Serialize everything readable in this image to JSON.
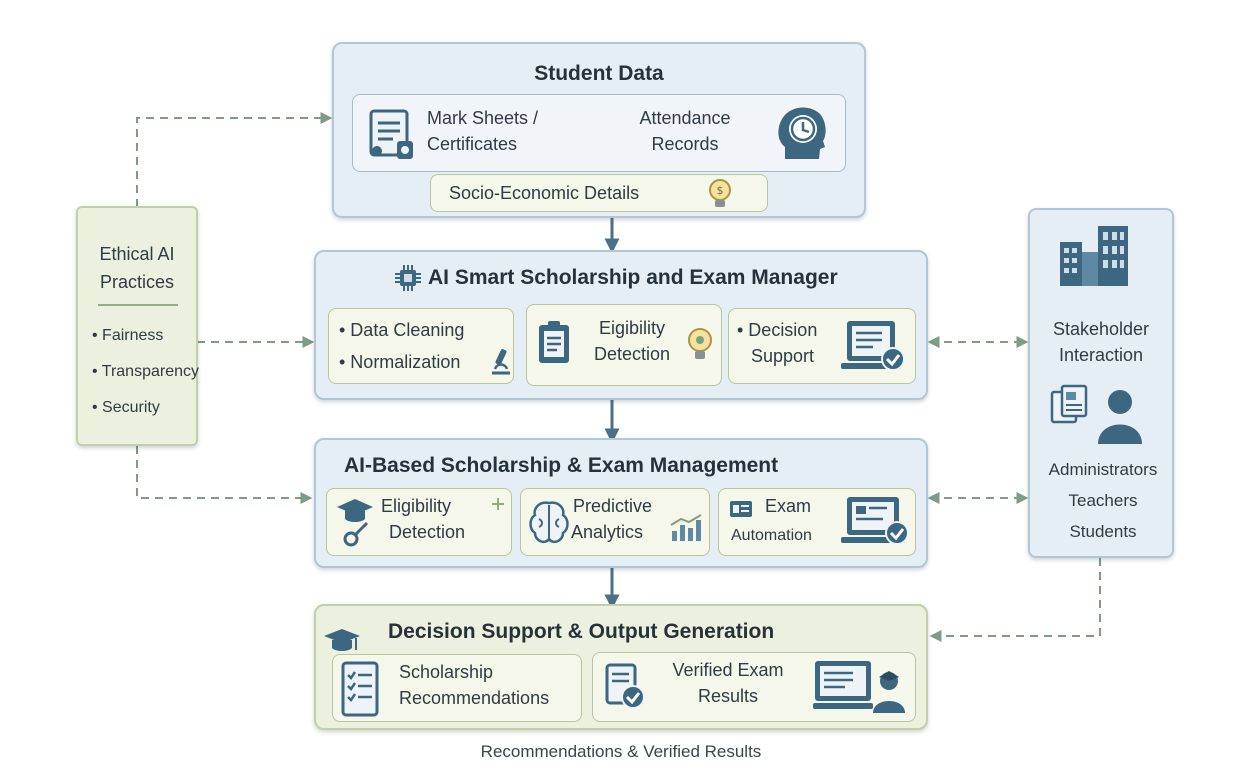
{
  "student_data": {
    "title": "Student Data",
    "mark_sheets": "Mark Sheets /",
    "certificates": "Certificates",
    "attendance": "Attendance",
    "records": "Records",
    "socio_economic": "Socio-Economic Details"
  },
  "ai_manager": {
    "title": "AI Smart Scholarship and Exam Manager",
    "data_cleaning": "• Data Cleaning",
    "normalization": "• Normalization",
    "eligibility": "Eigibility",
    "detection": "Detection",
    "decision": "• Decision",
    "support": "Support"
  },
  "ai_based": {
    "title": "AI-Based Scholarship & Exam Management",
    "eligibility": "Eligibility",
    "detection": "Detection",
    "predictive": "Predictive",
    "analytics": "Analytics",
    "exam": "Exam",
    "automation": "Automation"
  },
  "output": {
    "title": "Decision Support & Output Generation",
    "scholarship": "Scholarship",
    "recommendations": "Recommendations",
    "verified_exam": "Verified Exam",
    "results": "Results"
  },
  "ethics": {
    "title_line1": "Ethical AI",
    "title_line2": "Practices",
    "items": [
      "• Fairness",
      "• Transparency",
      "• Security"
    ]
  },
  "stakeholders": {
    "line1": "Stakeholder",
    "line2": "Interaction",
    "roles": [
      "Administrators",
      "Teachers",
      "Students"
    ]
  },
  "caption": "Recommendations & Verified Results",
  "colors": {
    "arrow": "#4a7185",
    "dashed": "#7f9a86",
    "blue_panel": "#e6eef5",
    "green_panel": "#ecf1df",
    "icon": "#3d6680"
  }
}
